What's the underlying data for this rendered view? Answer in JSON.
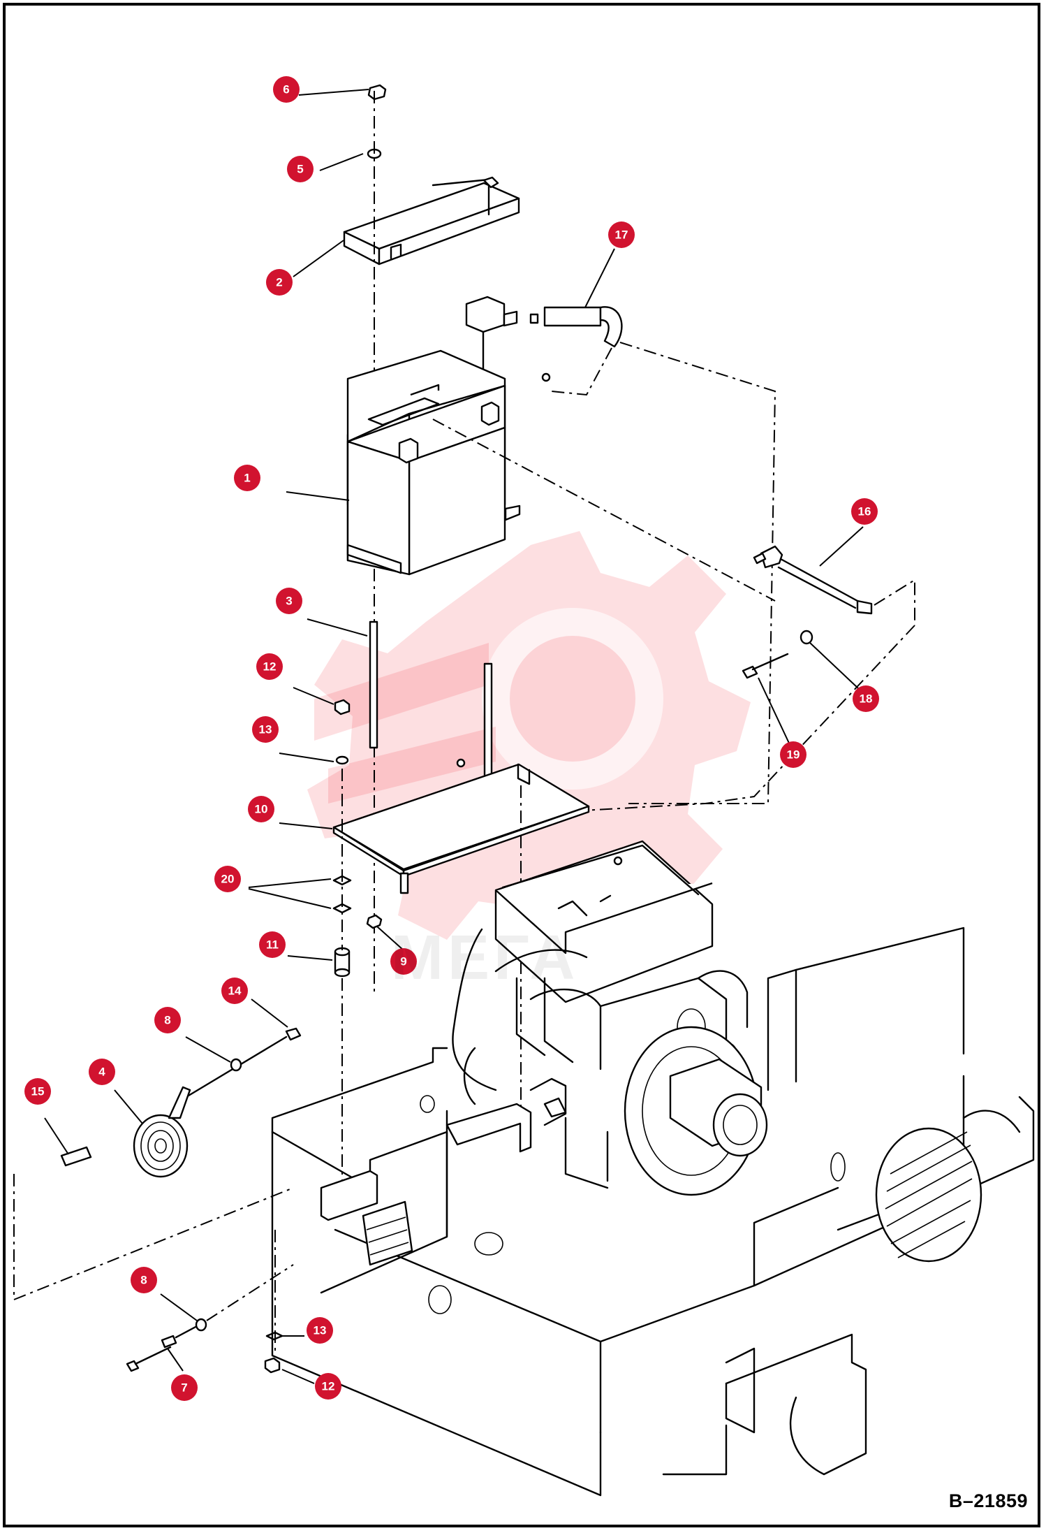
{
  "figure": {
    "reference_code": "B–21859",
    "watermark_text": "МЕГА"
  },
  "callouts": [
    {
      "id": "6"
    },
    {
      "id": "5"
    },
    {
      "id": "2"
    },
    {
      "id": "17"
    },
    {
      "id": "1"
    },
    {
      "id": "16"
    },
    {
      "id": "3"
    },
    {
      "id": "12a"
    },
    {
      "id": "18"
    },
    {
      "id": "13a"
    },
    {
      "id": "19"
    },
    {
      "id": "10"
    },
    {
      "id": "20"
    },
    {
      "id": "9"
    },
    {
      "id": "11"
    },
    {
      "id": "14"
    },
    {
      "id": "8a"
    },
    {
      "id": "4"
    },
    {
      "id": "15"
    },
    {
      "id": "8b"
    },
    {
      "id": "13b"
    },
    {
      "id": "7"
    },
    {
      "id": "12b"
    }
  ],
  "labels": {
    "6": "6",
    "5": "5",
    "2": "2",
    "17": "17",
    "1": "1",
    "16": "16",
    "3": "3",
    "12a": "12",
    "18": "18",
    "13a": "13",
    "19": "19",
    "10": "10",
    "20": "20",
    "9": "9",
    "11": "11",
    "14": "14",
    "8a": "8",
    "4": "4",
    "15": "15",
    "8b": "8",
    "13b": "13",
    "7": "7",
    "12b": "12"
  },
  "colors": {
    "badge": "#d1132f",
    "watermark": "#ef1c2b"
  }
}
